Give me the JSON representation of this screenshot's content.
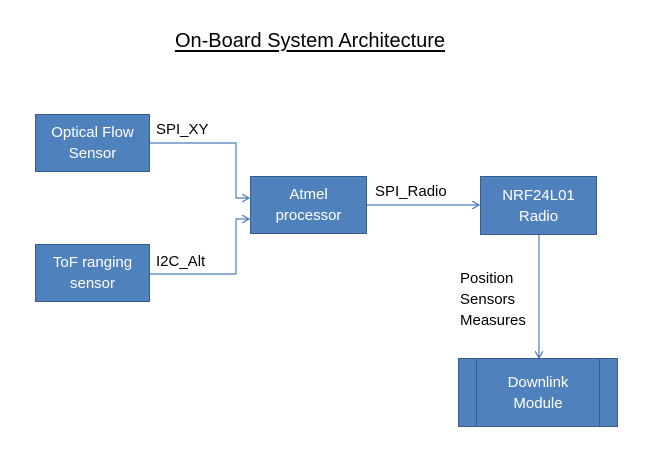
{
  "title": "On-Board System Architecture",
  "blocks": {
    "optical_flow": [
      "Optical Flow",
      "Sensor"
    ],
    "tof": [
      "ToF ranging",
      "sensor"
    ],
    "atmel": [
      "Atmel",
      "processor"
    ],
    "nrf": [
      "NRF24L01",
      "Radio"
    ],
    "downlink": [
      "Downlink",
      "Module"
    ]
  },
  "links": {
    "spi_xy": "SPI_XY",
    "i2c_alt": "I2C_Alt",
    "spi_radio": "SPI_Radio",
    "position": [
      "Position",
      "Sensors",
      "Measures"
    ]
  },
  "colors": {
    "block_fill": "#4f81bd",
    "block_border": "#385d8a",
    "wire": "#4a7ebb"
  }
}
